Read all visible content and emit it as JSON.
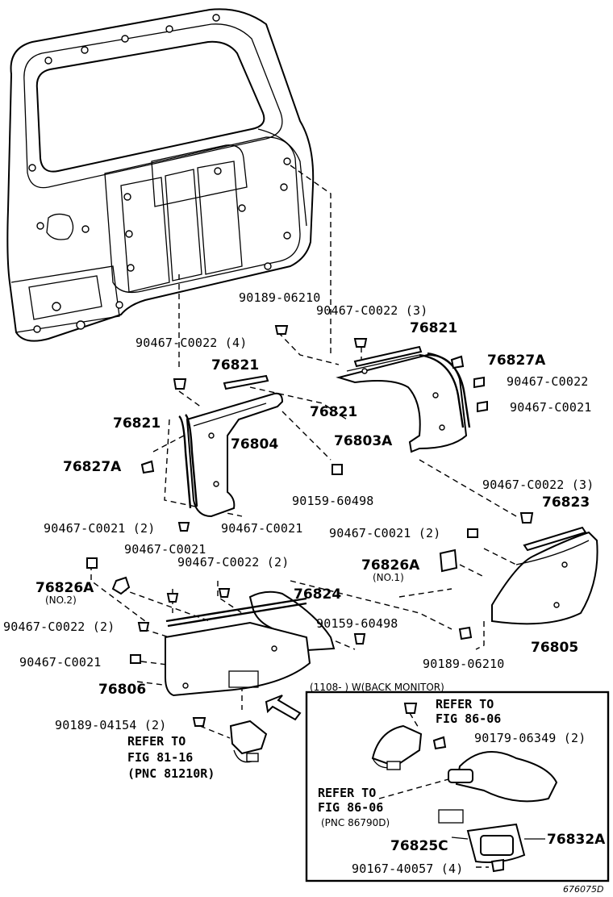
{
  "labels": {
    "b_90189_06210_top": "90189-06210",
    "b_90467_c0022_3_top": "90467-C0022 (3)",
    "p_76821_top": "76821",
    "p_76827a_right": "76827A",
    "b_90467_c0022_right": "90467-C0022",
    "b_90467_c0021_right": "90467-C0021",
    "b_90467_c0022_4": "90467-C0022 (4)",
    "p_76821_mid": "76821",
    "p_76821_center": "76821",
    "p_76821_left": "76821",
    "p_76804": "76804",
    "p_76803a": "76803A",
    "p_76827a_left": "76827A",
    "b_90159_60498_mid": "90159-60498",
    "b_90467_c0022_3_right": "90467-C0022 (3)",
    "p_76823": "76823",
    "b_90467_c0021_2_left": "90467-C0021 (2)",
    "b_90467_c0021_center": "90467-C0021",
    "b_90467_c0021_2_right": "90467-C0021 (2)",
    "b_90467_c0021_lower": "90467-C0021",
    "b_90467_c0022_2_mid": "90467-C0022 (2)",
    "p_76826a_right": "76826A",
    "p_76826a_right_note": "(NO.1)",
    "p_76826a_left": "76826A",
    "p_76826a_left_note": "(NO.2)",
    "p_76824": "76824",
    "b_90467_c0022_2_left": "90467-C0022 (2)",
    "b_90159_60498_low": "90159-60498",
    "p_76805": "76805",
    "b_90467_c0021_low": "90467-C0021",
    "b_90189_06210_low": "90189-06210",
    "p_76806": "76806",
    "b_90189_04154": "90189-04154 (2)",
    "ref_81_line1": "REFER TO",
    "ref_81_line2": "FIG 81-16",
    "ref_81_line3": "(PNC 81210R)",
    "inset_title": "(1108-      ) W(BACK MONITOR)",
    "ref_86_top_line1": "REFER TO",
    "ref_86_top_line2": "FIG 86-06",
    "b_90179_06349": "90179-06349 (2)",
    "ref_86_bot_line1": "REFER TO",
    "ref_86_bot_line2": "FIG 86-06",
    "ref_86_bot_line3": "(PNC 86790D)",
    "p_76825c": "76825C",
    "p_76832a": "76832A",
    "b_90167_40057": "90167-40057 (4)",
    "diagram_code": "676075D"
  }
}
